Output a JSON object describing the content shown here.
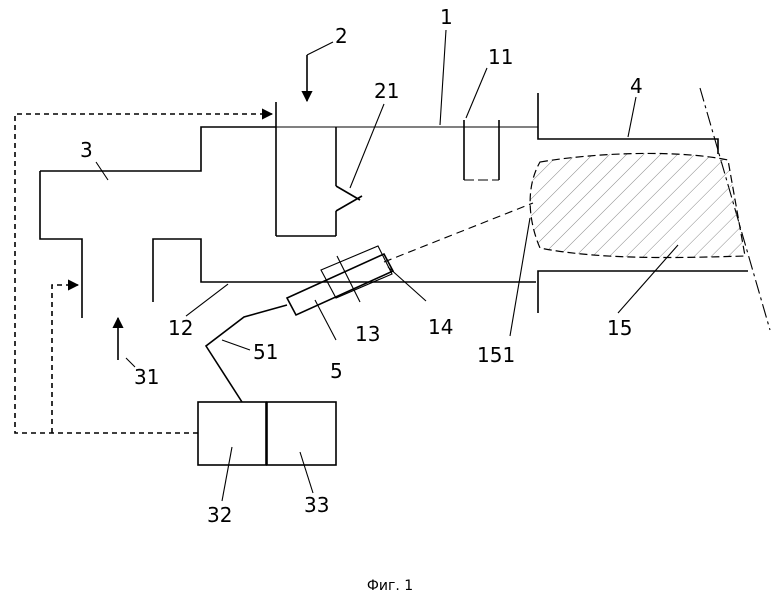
{
  "labels": {
    "l1": "1",
    "l2": "2",
    "l3": "3",
    "l4": "4",
    "l5": "5",
    "l11": "11",
    "l12": "12",
    "l13": "13",
    "l14": "14",
    "l15": "15",
    "l21": "21",
    "l31": "31",
    "l32": "32",
    "l33": "33",
    "l51": "51",
    "l151": "151"
  },
  "caption": "Фиг. 1",
  "colors": {
    "line": "#000000",
    "hatch": "#8a8a8a",
    "background": "#ffffff"
  }
}
